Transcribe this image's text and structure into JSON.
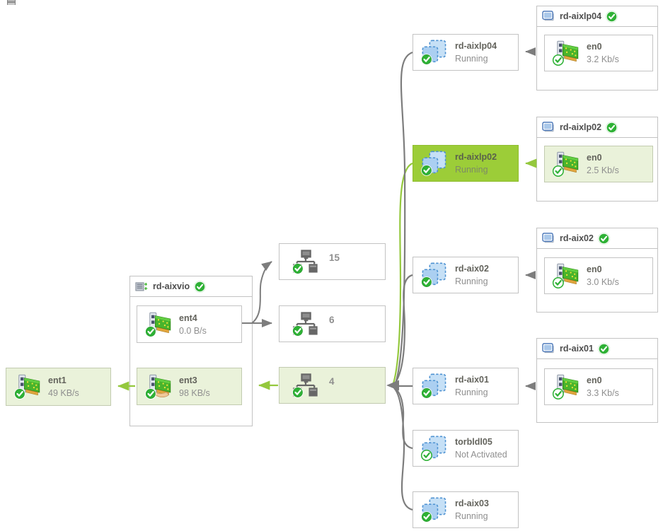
{
  "colors": {
    "selected_node_bg": "#9ccd38",
    "selected_node_border": "#8fbe2e",
    "tint_bg": "#eaf2da",
    "tint_border": "#c2cbb0",
    "box_border": "#c3c3c3",
    "arrow_gray": "#7d7d7d",
    "arrow_green": "#94c83d",
    "label_color": "#63635c",
    "value_color": "#8f8f8f",
    "header_color": "#4d4d4d",
    "ok_green": "#2eb135"
  },
  "icons": {
    "network-adapter": "green-nic-card",
    "shared-adapter": "green-nic-card-with-hand",
    "virtual-switch": "computer-network-pictogram",
    "partition": "blue-dashed-overlapping-squares",
    "host": "blue-window",
    "vio-server": "server-rack-with-sync-arrows",
    "status-ok": "green-circle-white-check",
    "status-ok-ring": "white-circle-green-check"
  },
  "diagram": {
    "client_adapter": {
      "label": "ent1",
      "rate": "49 KB/s"
    },
    "vio_server": {
      "name": "rd-aixvio",
      "adapters": [
        {
          "label": "ent4",
          "rate": "0.0 B/s"
        },
        {
          "label": "ent3",
          "rate": "98 KB/s"
        }
      ]
    },
    "vlans": [
      {
        "id": "15"
      },
      {
        "id": "6"
      },
      {
        "id": "4"
      }
    ],
    "partitions": [
      {
        "name": "rd-aixlp04",
        "status": "Running"
      },
      {
        "name": "rd-aixlp02",
        "status": "Running"
      },
      {
        "name": "rd-aix02",
        "status": "Running"
      },
      {
        "name": "rd-aix01",
        "status": "Running"
      },
      {
        "name": "torbldl05",
        "status": "Not Activated"
      },
      {
        "name": "rd-aix03",
        "status": "Running"
      }
    ],
    "hosts": [
      {
        "name": "rd-aixlp04",
        "adapter": {
          "label": "en0",
          "rate": "3.2 Kb/s"
        }
      },
      {
        "name": "rd-aixlp02",
        "adapter": {
          "label": "en0",
          "rate": "2.5 Kb/s"
        }
      },
      {
        "name": "rd-aix02",
        "adapter": {
          "label": "en0",
          "rate": "3.0 Kb/s"
        }
      },
      {
        "name": "rd-aix01",
        "adapter": {
          "label": "en0",
          "rate": "3.3 Kb/s"
        }
      }
    ]
  }
}
